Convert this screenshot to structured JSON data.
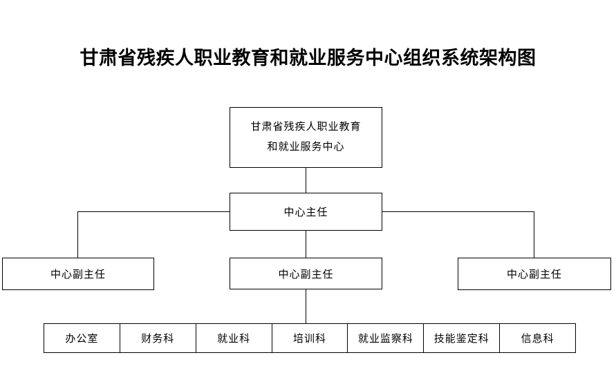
{
  "title": "甘肃省残疾人职业教育和就业服务中心组织系统架构图",
  "org": {
    "root": {
      "line1": "甘肃省残疾人职业教育",
      "line2": "和就业服务中心"
    },
    "director": {
      "label": "中心主任"
    },
    "deputies": [
      {
        "label": "中心副主任"
      },
      {
        "label": "中心副主任"
      },
      {
        "label": "中心副主任"
      }
    ],
    "departments": [
      {
        "label": "办公室"
      },
      {
        "label": "财务科"
      },
      {
        "label": "就业科"
      },
      {
        "label": "培训科"
      },
      {
        "label": "就业监察科"
      },
      {
        "label": "技能鉴定科"
      },
      {
        "label": "信息科"
      }
    ]
  },
  "colors": {
    "background": "#ffffff",
    "line": "#000000",
    "box_border": "#000000",
    "text": "#000000"
  }
}
